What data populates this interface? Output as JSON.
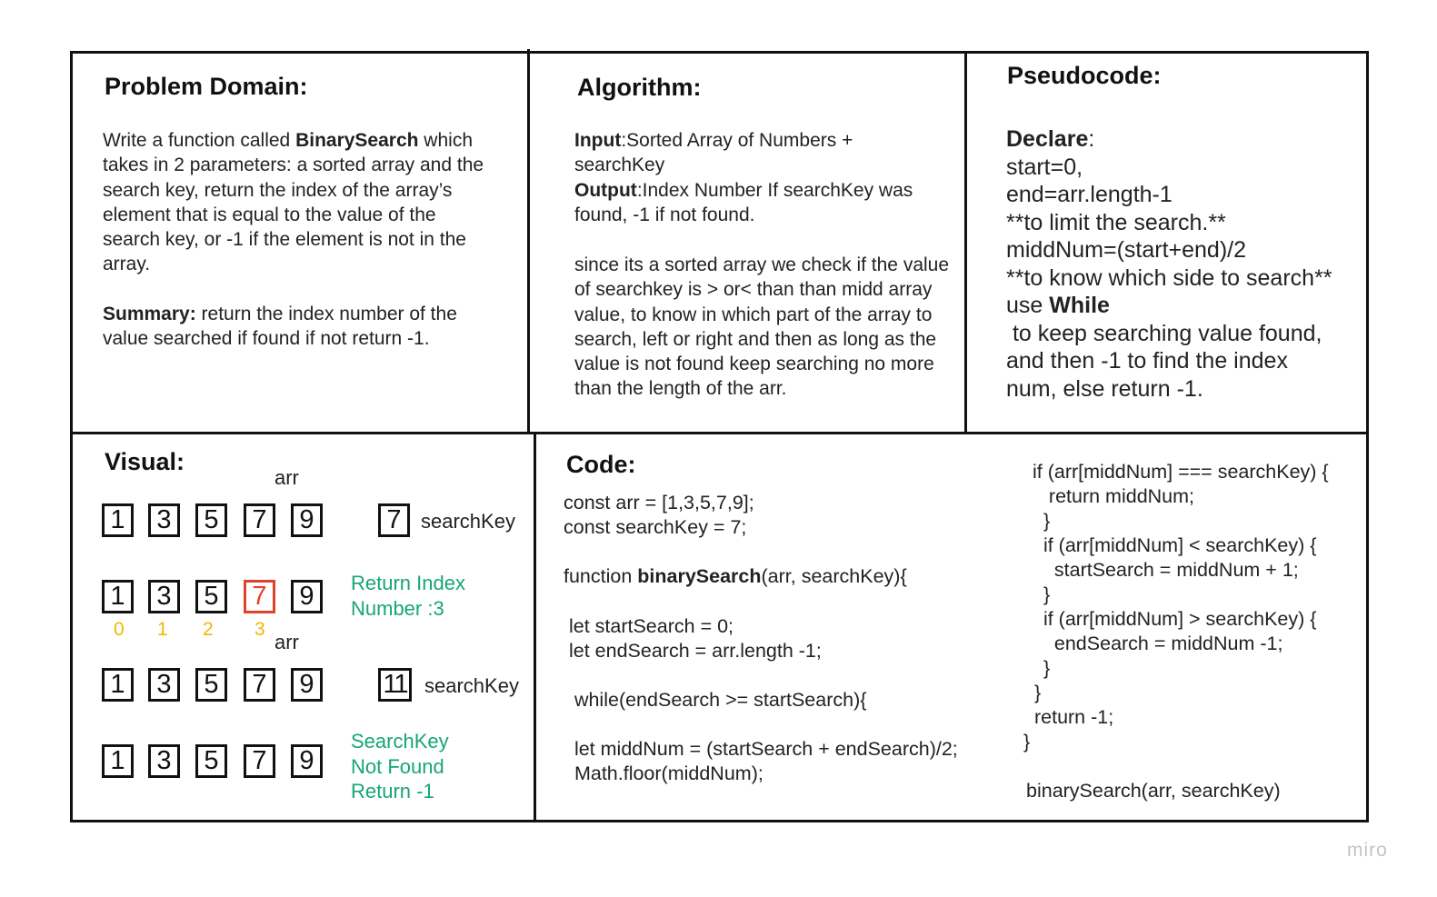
{
  "problem_domain": {
    "heading": "Problem Domain:",
    "desc_1": "Write a function called ",
    "desc_bold": "BinarySearch",
    "desc_2": " which takes in 2 parameters: a sorted array and the search key, return the index of the array’s element that is equal to the value of the search key, or -1 if the element is not in the array.",
    "summary_label": "Summary:",
    "summary_text": " return the index number of the value searched if found if not return -1."
  },
  "algorithm": {
    "heading": "Algorithm:",
    "input_label": "Input",
    "input_text": ":Sorted Array of Numbers + searchKey",
    "output_label": "Output",
    "output_text": ":Index Number If searchKey was found, -1 if not found.",
    "description": "since its a sorted array we check if the value of searchkey is > or< than than midd array value, to know in which part of the array to search, left or right and then as long as the value is not found keep searching no more than the length of the arr."
  },
  "pseudocode": {
    "heading": "Pseudocode:",
    "declare_label": "Declare",
    "declare_colon": ":",
    "line_1": "start=0,",
    "line_2": "end=arr.length-1",
    "line_3": "**to limit the search.**",
    "line_4": "middNum=(start+end)/2",
    "line_5": "**to know which side to search**",
    "use_text": "use ",
    "while_label": "While",
    "line_6": " to keep searching value found,",
    "line_7": "and then -1 to find the index",
    "line_8": "num, else return -1."
  },
  "visual": {
    "heading": "Visual:",
    "arr_label_1": "arr",
    "arr_label_2": "arr",
    "row1": [
      "1",
      "3",
      "5",
      "7",
      "9"
    ],
    "row2": [
      "1",
      "3",
      "5",
      "7",
      "9"
    ],
    "row3": [
      "1",
      "3",
      "5",
      "7",
      "9"
    ],
    "row4": [
      "1",
      "3",
      "5",
      "7",
      "9"
    ],
    "indices": [
      "0",
      "1",
      "2",
      "3"
    ],
    "key_1": "7",
    "key_2": "11",
    "search_key_label_1": "searchKey",
    "search_key_label_2": "searchKey",
    "result_found_1": "Return Index",
    "result_found_2": "Number :3",
    "result_nf_1": "SearchKey",
    "result_nf_2": "Not Found",
    "result_nf_3": "Return -1",
    "highlight_color": "#e0432b",
    "index_color": "#f2b705",
    "result_color": "#16a57a"
  },
  "code": {
    "heading": "Code:",
    "l1": "const arr = [1,3,5,7,9];",
    "l2": "const searchKey = 7;",
    "l3a": "function ",
    "l3b": "binarySearch",
    "l3c": "(arr, searchKey){",
    "l4": " let startSearch = 0;",
    "l5": " let endSearch = arr.length -1;",
    "l6": "  while(endSearch >= startSearch){",
    "l7": "  let middNum = (startSearch + endSearch)/2;",
    "l8": "  Math.floor(middNum);",
    "r1": "if (arr[middNum] === searchKey) {",
    "r2": "   return middNum;",
    "r3": "  }",
    "r4": "  if (arr[middNum] < searchKey) {",
    "r5": "    startSearch = middNum + 1;",
    "r6": "  }",
    "r7": "  if (arr[middNum] > searchKey) {",
    "r8": "    endSearch = middNum -1;",
    "r9": "  }",
    "r10": " }",
    "r11": " return -1;",
    "r12": "}",
    "r13": "binarySearch(arr, searchKey)"
  },
  "watermark": "miro"
}
